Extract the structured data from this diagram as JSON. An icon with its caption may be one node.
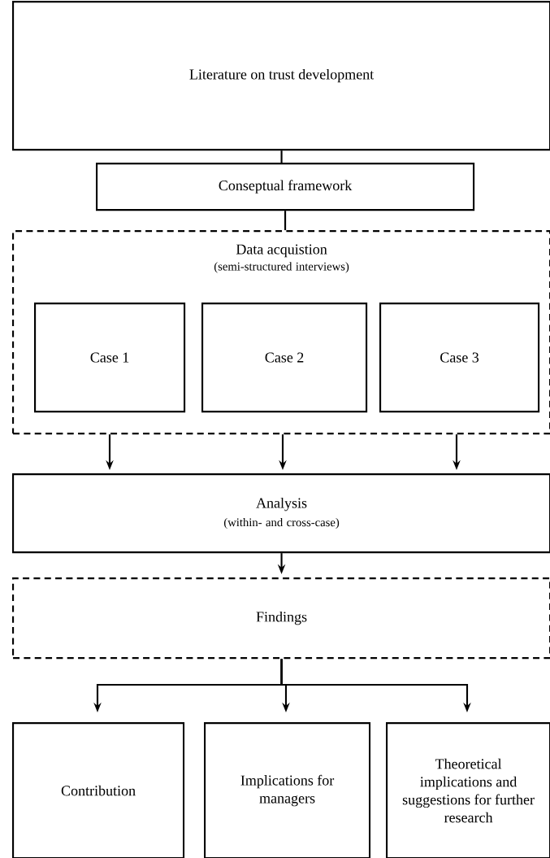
{
  "diagram": {
    "nodes": [
      {
        "text": [
          "Literature on trust development"
        ]
      },
      {
        "text": [
          "Conseptual framework"
        ]
      },
      {
        "text": [
          "Data acquistion",
          "(semi-structured interviews)"
        ]
      },
      {
        "text": [
          "Case 1"
        ],
        "in": 2
      },
      {
        "text": [
          "Case 2"
        ],
        "in": 2
      },
      {
        "text": [
          "Case 3"
        ],
        "in": 2
      },
      {
        "text": [
          "Analysis",
          "(within- and cross-case)"
        ]
      },
      {
        "text": [
          "Findings"
        ]
      },
      {
        "text": [
          "Contribution"
        ]
      },
      {
        "text": [
          "Implications for managers"
        ]
      },
      {
        "text": [
          "Theoretical implications and suggestions for further research"
        ]
      }
    ],
    "edges": [
      {
        "from": 0,
        "to": 1,
        "arrow": "none"
      },
      {
        "from": 1,
        "to": 2,
        "arrow": "none"
      },
      {
        "from": 2,
        "to": 6,
        "arrow": "to"
      },
      {
        "from": 2,
        "to": 6,
        "arrow": "to"
      },
      {
        "from": 2,
        "to": 6,
        "arrow": "to"
      },
      {
        "from": 6,
        "to": 7,
        "arrow": "to"
      },
      {
        "from": 7,
        "to": 8,
        "arrow": "to"
      },
      {
        "from": 7,
        "to": 9,
        "arrow": "to"
      },
      {
        "from": 7,
        "to": 10,
        "arrow": "to"
      }
    ]
  }
}
